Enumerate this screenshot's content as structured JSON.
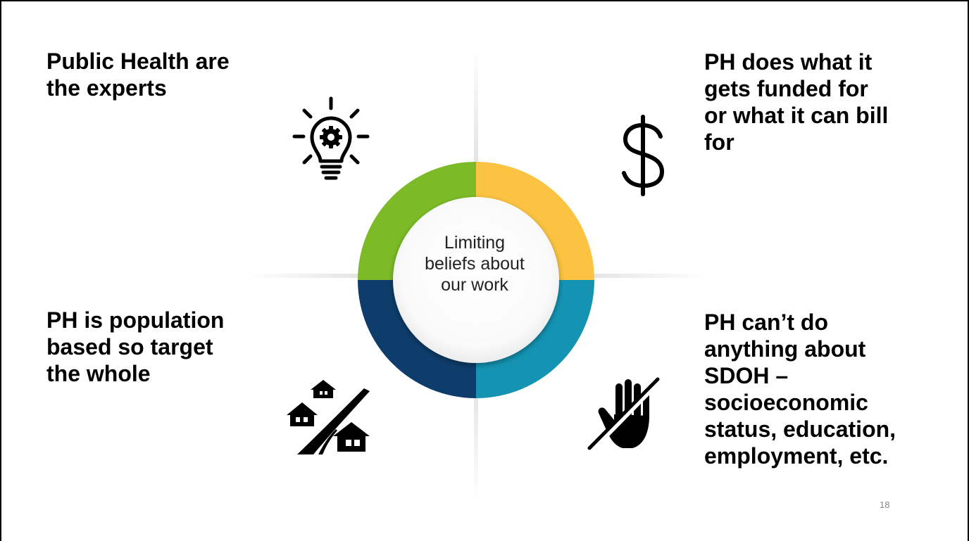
{
  "diagram": {
    "center_label": [
      "Limiting",
      "beliefs about",
      "our work"
    ],
    "quadrants": {
      "top_left": {
        "lines": [
          "Public Health are",
          "the experts"
        ],
        "icon": "lightbulb-gear-icon",
        "color": "#7cbb27"
      },
      "top_right": {
        "lines": [
          "PH does what it",
          "gets funded for",
          "or what it can bill",
          "for"
        ],
        "icon": "dollar-sign-icon",
        "color": "#fcc342"
      },
      "bottom_left": {
        "lines": [
          "PH is population",
          "based so target",
          "the whole"
        ],
        "icon": "houses-road-icon",
        "color": "#0e3d6b"
      },
      "bottom_right": {
        "lines": [
          "PH can’t do",
          "anything about",
          "SDOH –",
          "socioeconomic",
          "status, education,",
          "employment, etc."
        ],
        "icon": "hand-crossed-out-icon",
        "color": "#1493b3"
      }
    }
  },
  "footer": {
    "slide_number": "18"
  }
}
